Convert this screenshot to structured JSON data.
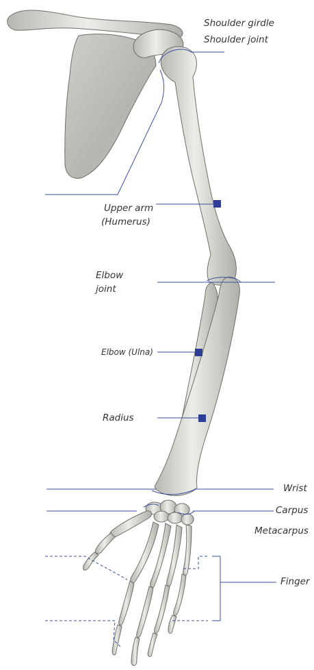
{
  "diagram": {
    "labels": {
      "shoulder_girdle": "Shoulder girdle",
      "shoulder_joint": "Shoulder joint",
      "upper_arm": "Upper arm",
      "humerus": "(Humerus)",
      "elbow_joint_1": "Elbow",
      "elbow_joint_2": "joint",
      "ulna": "Elbow (Ulna)",
      "radius": "Radius",
      "wrist": "Wrist",
      "carpus": "Carpus",
      "metacarpus": "Metacarpus",
      "finger": "Finger"
    },
    "colors": {
      "leader_line": "#3b4ea0",
      "marker": "#2e3e96",
      "bone_fill": "#e2e2dc",
      "bone_stroke": "#6e6e6a",
      "text": "#333333"
    }
  }
}
